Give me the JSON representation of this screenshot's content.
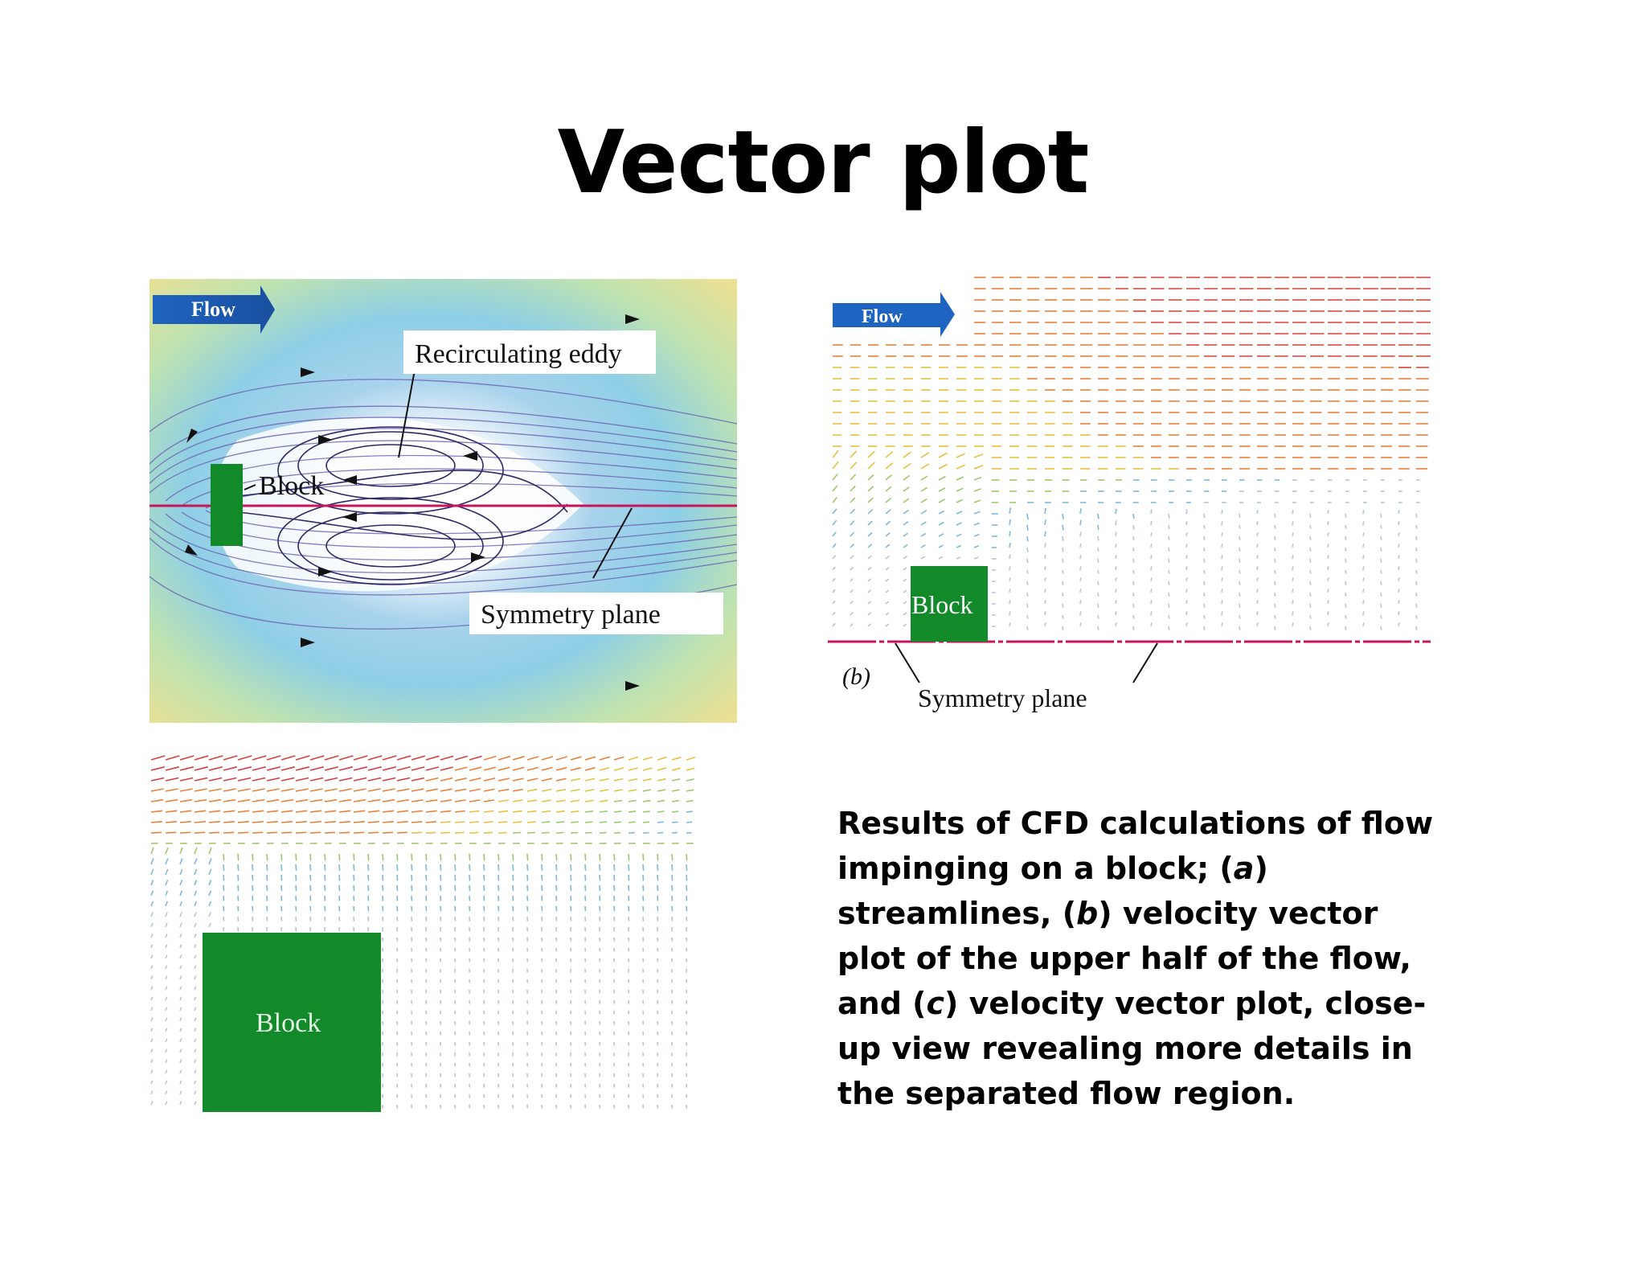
{
  "slide": {
    "title": "Vector plot"
  },
  "panel_a": {
    "flow_label": "Flow",
    "eddy_label": "Recirculating eddy",
    "block_label": "Block",
    "symmetry_label": "Symmetry plane"
  },
  "panel_b": {
    "flow_label": "Flow",
    "block_label": "Block",
    "panel_letter": "(b)",
    "symmetry_label": "Symmetry plane"
  },
  "panel_c": {
    "block_label": "Block"
  },
  "caption": {
    "p1": "Results of CFD calculations of flow impinging on a block; (",
    "a": "a",
    "p2": ") streamlines, (",
    "b": "b",
    "p3": ") velocity vector plot of the upper half of the flow, and (",
    "c": "c",
    "p4": ") velocity vector plot, close-up view revealing more details in the separated flow region."
  },
  "colors": {
    "block_green": "#128a2a",
    "flow_arrow_blue": "#1a5fb4",
    "symmetry_line": "#c8145a"
  }
}
